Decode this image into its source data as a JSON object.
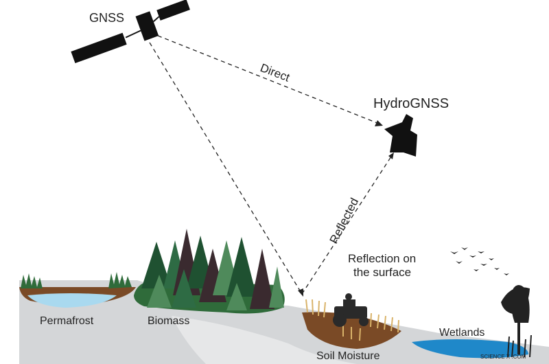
{
  "labels": {
    "gnss": "GNSS",
    "direct": "Direct",
    "hydrognss": "HydroGNSS",
    "reflected": "Reflected",
    "reflection_line1": "Reflection on",
    "reflection_line2": "the surface",
    "permafrost": "Permafrost",
    "biomass": "Biomass",
    "soil_moisture": "Soil Moisture",
    "wetlands": "Wetlands",
    "watermark": "SCIENCE X .COM"
  },
  "colors": {
    "ground": "#d4d6d8",
    "ground_light": "#e6e7e8",
    "water": "#1f88c9",
    "water_light": "#a9d9ef",
    "soil": "#7a4a26",
    "grass": "#2f6b3a",
    "tree_dark": "#1f5131",
    "tree_mid": "#2e6b44",
    "tree_light": "#4f8a5b",
    "tree_brown": "#3a2a2f",
    "satellite": "#111111",
    "crop": "#d9b36a"
  }
}
